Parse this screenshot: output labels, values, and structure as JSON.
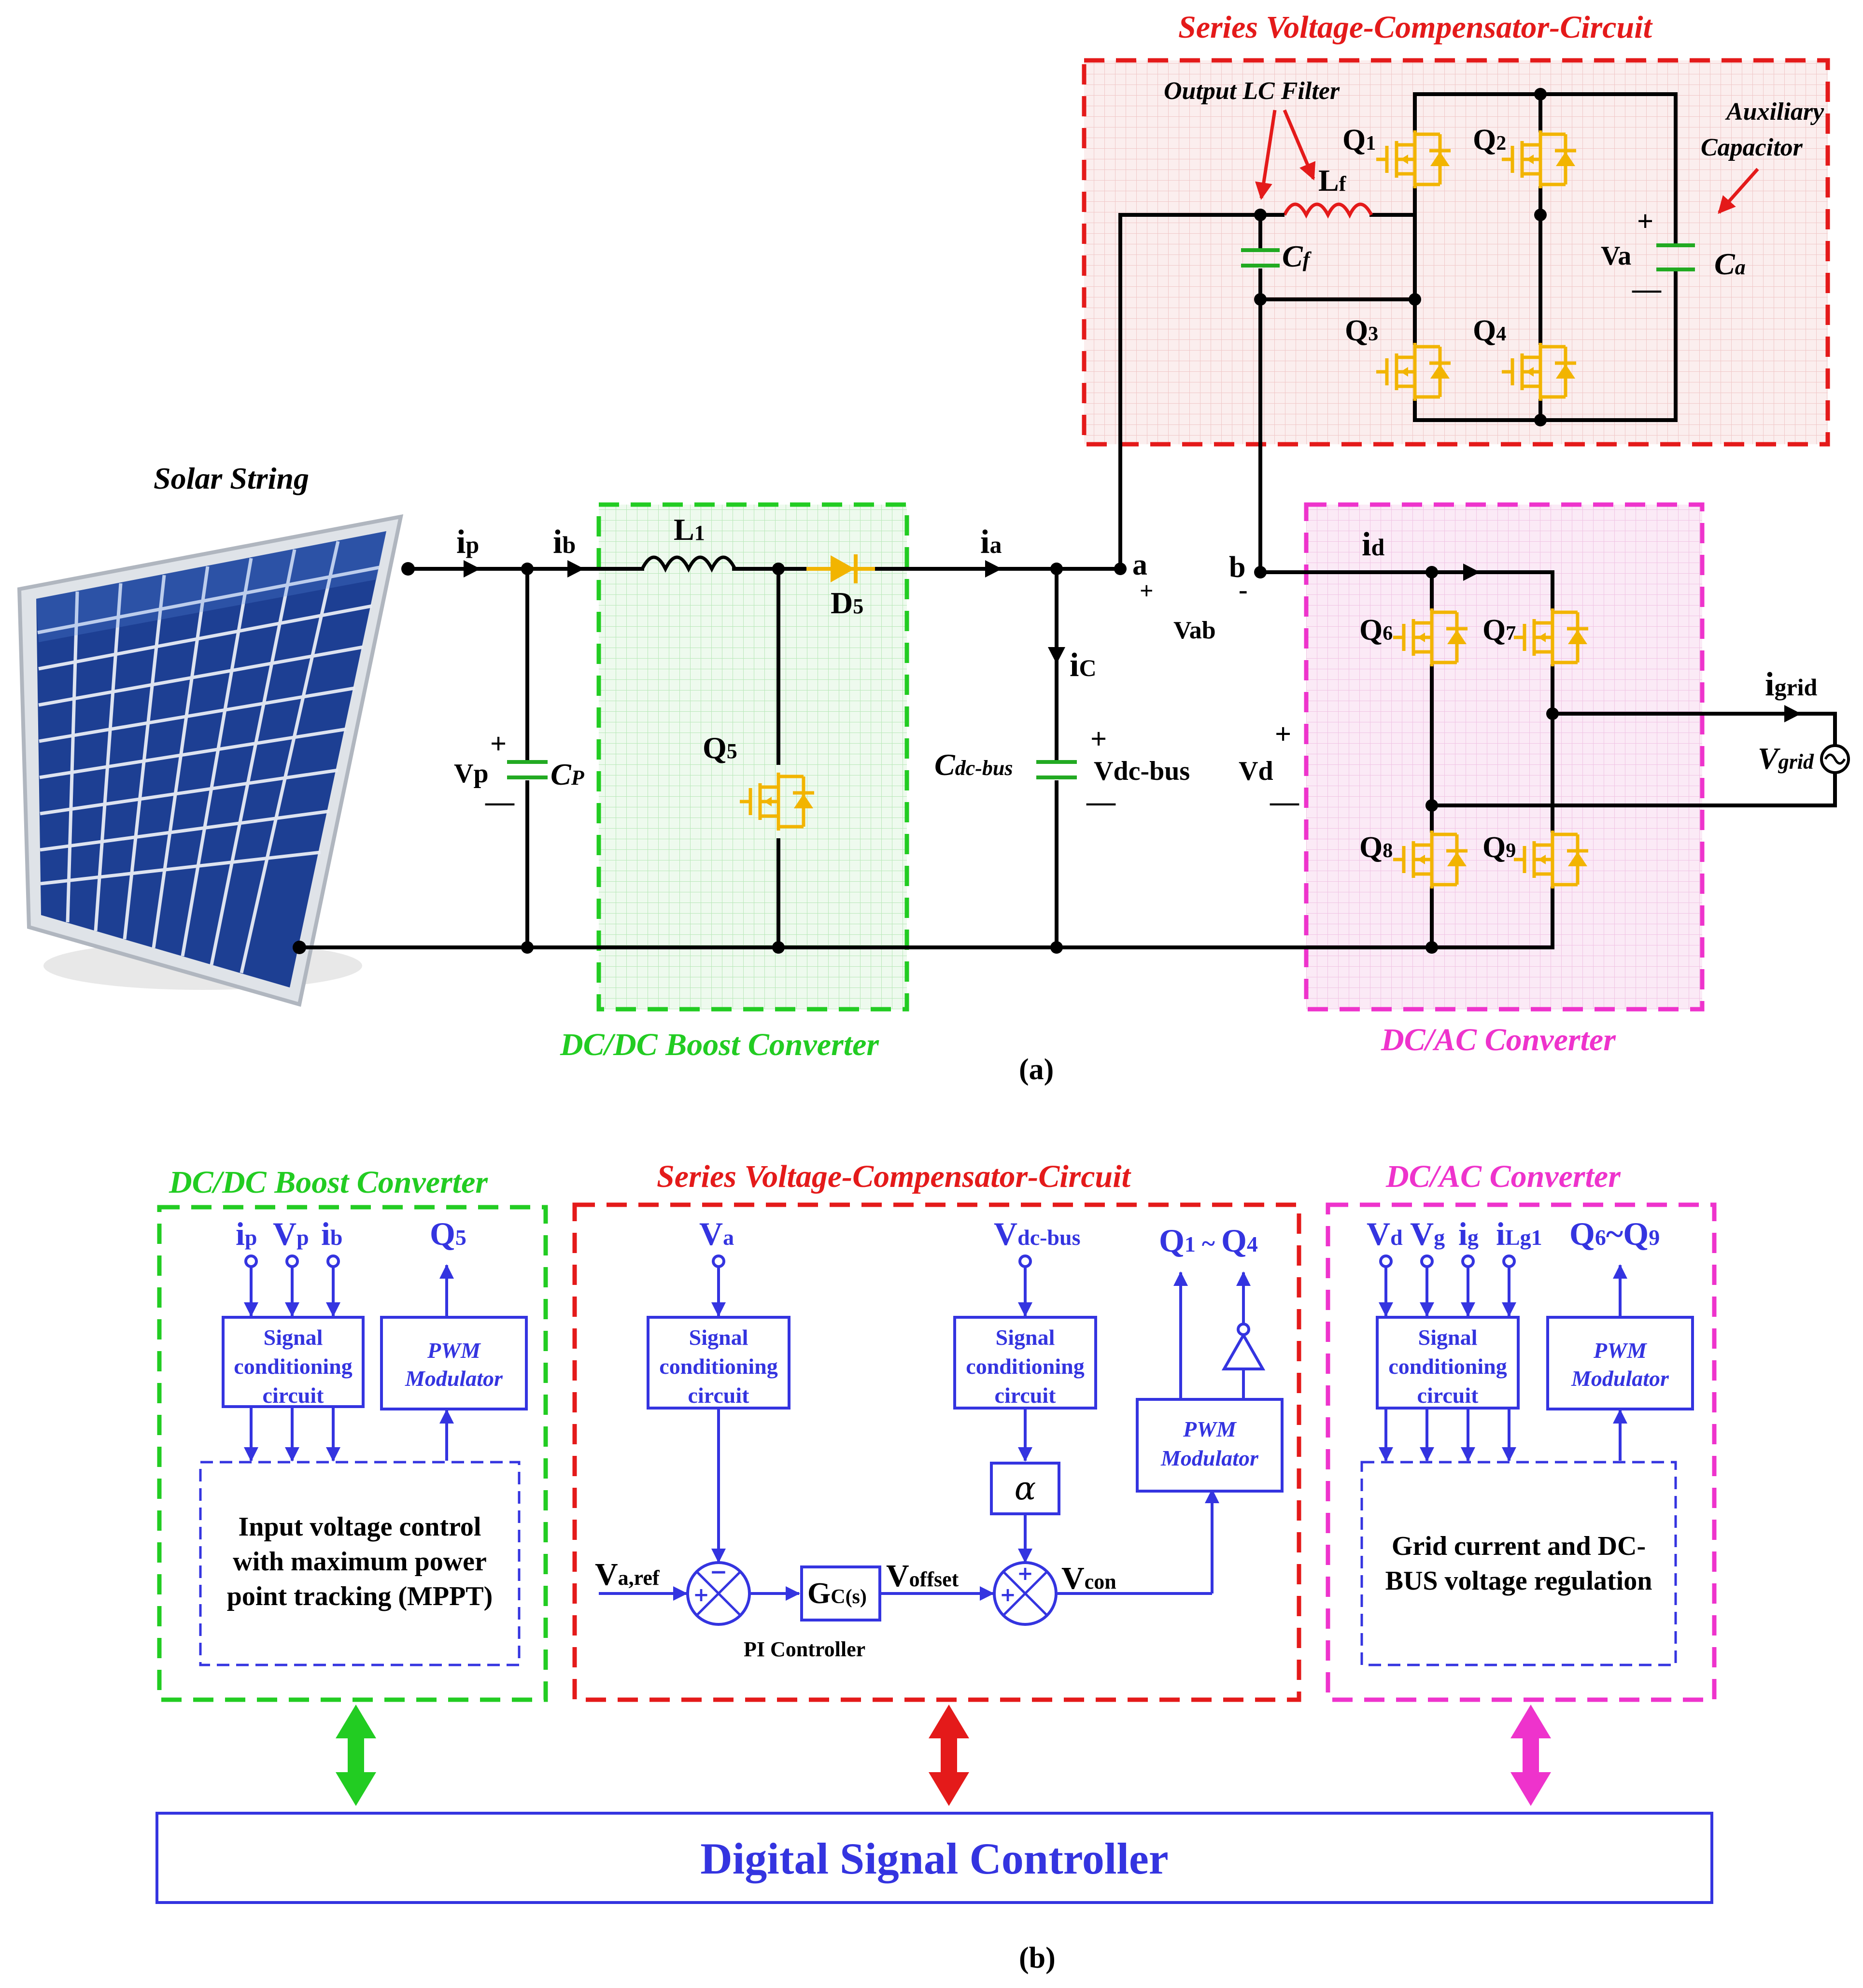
{
  "colors": {
    "green": "#22cc22",
    "red": "#e41a1a",
    "magenta": "#ee33cc",
    "blue": "#3434e0",
    "mosfet": "#f2b400",
    "cap": "#22aa22"
  },
  "part_a": {
    "caption": "(a)",
    "solar_label": "Solar String",
    "boost_title": "DC/DC Boost Converter",
    "svc_title": "Series Voltage-Compensator-Circuit",
    "dcac_title": "DC/AC Converter",
    "output_lc_label": "Output LC Filter",
    "aux_cap_label_1": "Auxiliary",
    "aux_cap_label_2": "Capacitor",
    "currents": {
      "ip": "i",
      "ip_sub": "p",
      "ib": "i",
      "ib_sub": "b",
      "ia": "i",
      "ia_sub": "a",
      "ic": "i",
      "ic_sub": "C",
      "id": "i",
      "id_sub": "d",
      "igrid": "i",
      "igrid_sub": "grid"
    },
    "nodes": {
      "a": "a",
      "b": "b",
      "plus": "+",
      "minus": "-"
    },
    "voltages": {
      "vp": "Vp",
      "vab": "Vab",
      "vdcbus": "Vdc-bus",
      "vd": "Vd",
      "va": "Va",
      "vgrid": "V",
      "vgrid_sub": "grid"
    },
    "components": {
      "cp": "C",
      "cp_sub": "P",
      "l1": "L",
      "l1_sub": "1",
      "d5": "D",
      "d5_sub": "5",
      "q5": "Q",
      "q5_sub": "5",
      "cdcbus": "C",
      "cdcbus_sub": "dc-bus",
      "lf": "L",
      "lf_sub": "f",
      "cf": "C",
      "cf_sub": "f",
      "ca": "C",
      "ca_sub": "a",
      "q1": "Q",
      "q1_sub": "1",
      "q2": "Q",
      "q2_sub": "2",
      "q3": "Q",
      "q3_sub": "3",
      "q4": "Q",
      "q4_sub": "4",
      "q6": "Q",
      "q6_sub": "6",
      "q7": "Q",
      "q7_sub": "7",
      "q8": "Q",
      "q8_sub": "8",
      "q9": "Q",
      "q9_sub": "9"
    },
    "signs": {
      "plus": "+",
      "minus": "—"
    }
  },
  "part_b": {
    "caption": "(b)",
    "boost_title": "DC/DC Boost Converter",
    "svc_title": "Series Voltage-Compensator-Circuit",
    "dcac_title": "DC/AC Converter",
    "signal_box": [
      "Signal",
      "conditioning",
      "circuit"
    ],
    "pwm_box": [
      "PWM",
      "Modulator"
    ],
    "boost_inputs": [
      {
        "m": "i",
        "s": "p"
      },
      {
        "m": "V",
        "s": "p"
      },
      {
        "m": "i",
        "s": "b"
      }
    ],
    "boost_output": {
      "m": "Q",
      "s": "5"
    },
    "mppt_text": [
      "Input voltage control",
      "with maximum power",
      "point tracking (MPPT)"
    ],
    "svc_in_va": {
      "m": "V",
      "s": "a"
    },
    "svc_in_vdc": {
      "m": "V",
      "s": "dc-bus"
    },
    "svc_out": {
      "m1": "Q",
      "s1": "1",
      "mid": " ~ ",
      "m2": "Q",
      "s2": "4"
    },
    "alpha": "α",
    "varef": {
      "m": "V",
      "s": "a,ref"
    },
    "gc": {
      "m": "G",
      "s": "C(s)"
    },
    "voffset": {
      "m": "V",
      "s": "offset"
    },
    "vcon": {
      "m": "V",
      "s": "con"
    },
    "pi_label": "PI Controller",
    "sum_signs": {
      "plus": "+",
      "minus": "−"
    },
    "dcac_inputs": [
      {
        "m": "V",
        "s": "d"
      },
      {
        "m": "V",
        "s": "g"
      },
      {
        "m": "i",
        "s": "g"
      },
      {
        "m": "i",
        "s": "Lg1"
      }
    ],
    "dcac_output": {
      "m1": "Q",
      "s1": "6",
      "mid": "~",
      "m2": "Q",
      "s2": "9"
    },
    "grid_text": [
      "Grid current and DC-",
      "BUS voltage regulation"
    ],
    "dsc": "Digital Signal Controller"
  }
}
